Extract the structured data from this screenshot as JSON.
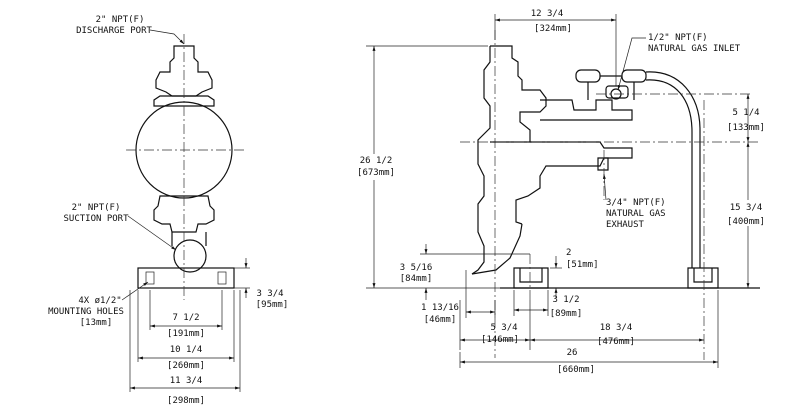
{
  "front_view": {
    "discharge_label_1": "2\" NPT(F)",
    "discharge_label_2": "DISCHARGE PORT",
    "suction_label_1": "2\" NPT(F)",
    "suction_label_2": "SUCTION PORT",
    "holes_label_1": "4X ø1/2\"",
    "holes_label_2": "MOUNTING HOLES",
    "holes_label_3": "[13mm]",
    "dim_height_in": "3 3/4",
    "dim_height_mm": "[95mm]",
    "dim_7_in": "7 1/2",
    "dim_7_mm": "[191mm]",
    "dim_10_in": "10 1/4",
    "dim_10_mm": "[260mm]",
    "dim_11_in": "11 3/4",
    "dim_11_mm": "[298mm]"
  },
  "side_view": {
    "dim_top_in": "12 3/4",
    "dim_top_mm": "[324mm]",
    "gas_inlet_1": "1/2\" NPT(F)",
    "gas_inlet_2": "NATURAL GAS INLET",
    "dim_total_h_in": "26 1/2",
    "dim_total_h_mm": "[673mm]",
    "dim_inlet_h_in": "5 1/4",
    "dim_inlet_h_mm": "[133mm]",
    "dim_exhaust_h_in": "15 3/4",
    "dim_exhaust_h_mm": "[400mm]",
    "exhaust_1": "3/4\" NPT(F)",
    "exhaust_2": "NATURAL GAS",
    "exhaust_3": "EXHAUST",
    "dim_port_h_in": "3 5/16",
    "dim_port_h_mm": "[84mm]",
    "dim_foot_in": "2",
    "dim_foot_mm": "[51mm]",
    "dim_low_in": "1 13/16",
    "dim_low_mm": "[46mm]",
    "dim_base_in": "3 1/2",
    "dim_base_mm": "[89mm]",
    "dim_5_in": "5 3/4",
    "dim_5_mm": "[146mm]",
    "dim_18_in": "18 3/4",
    "dim_18_mm": "[476mm]",
    "dim_26_in": "26",
    "dim_26_mm": "[660mm]"
  }
}
